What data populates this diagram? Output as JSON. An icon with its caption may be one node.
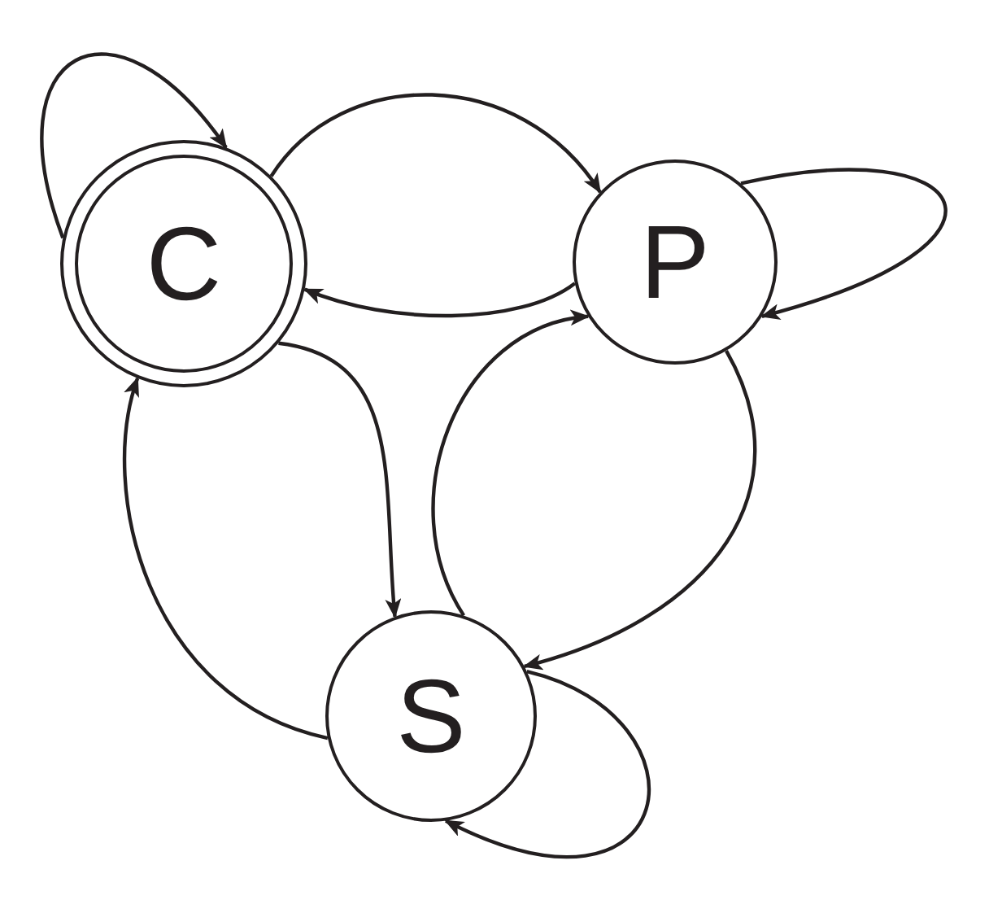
{
  "diagram": {
    "nodes": [
      {
        "text": [
          "C"
        ]
      },
      {
        "text": [
          "P"
        ]
      },
      {
        "text": [
          "S"
        ]
      }
    ],
    "edges": [
      {
        "from": 0,
        "to": 0,
        "arrow": "to"
      },
      {
        "from": 0,
        "to": 1,
        "arrow": "to"
      },
      {
        "from": 1,
        "to": 0,
        "arrow": "to"
      },
      {
        "from": 1,
        "to": 1,
        "arrow": "to"
      },
      {
        "from": 0,
        "to": 2,
        "arrow": "to"
      },
      {
        "from": 2,
        "to": 1,
        "arrow": "to"
      },
      {
        "from": 1,
        "to": 2,
        "arrow": "to"
      },
      {
        "from": 2,
        "to": 0,
        "arrow": "to"
      },
      {
        "from": 2,
        "to": 2,
        "arrow": "to"
      }
    ]
  }
}
